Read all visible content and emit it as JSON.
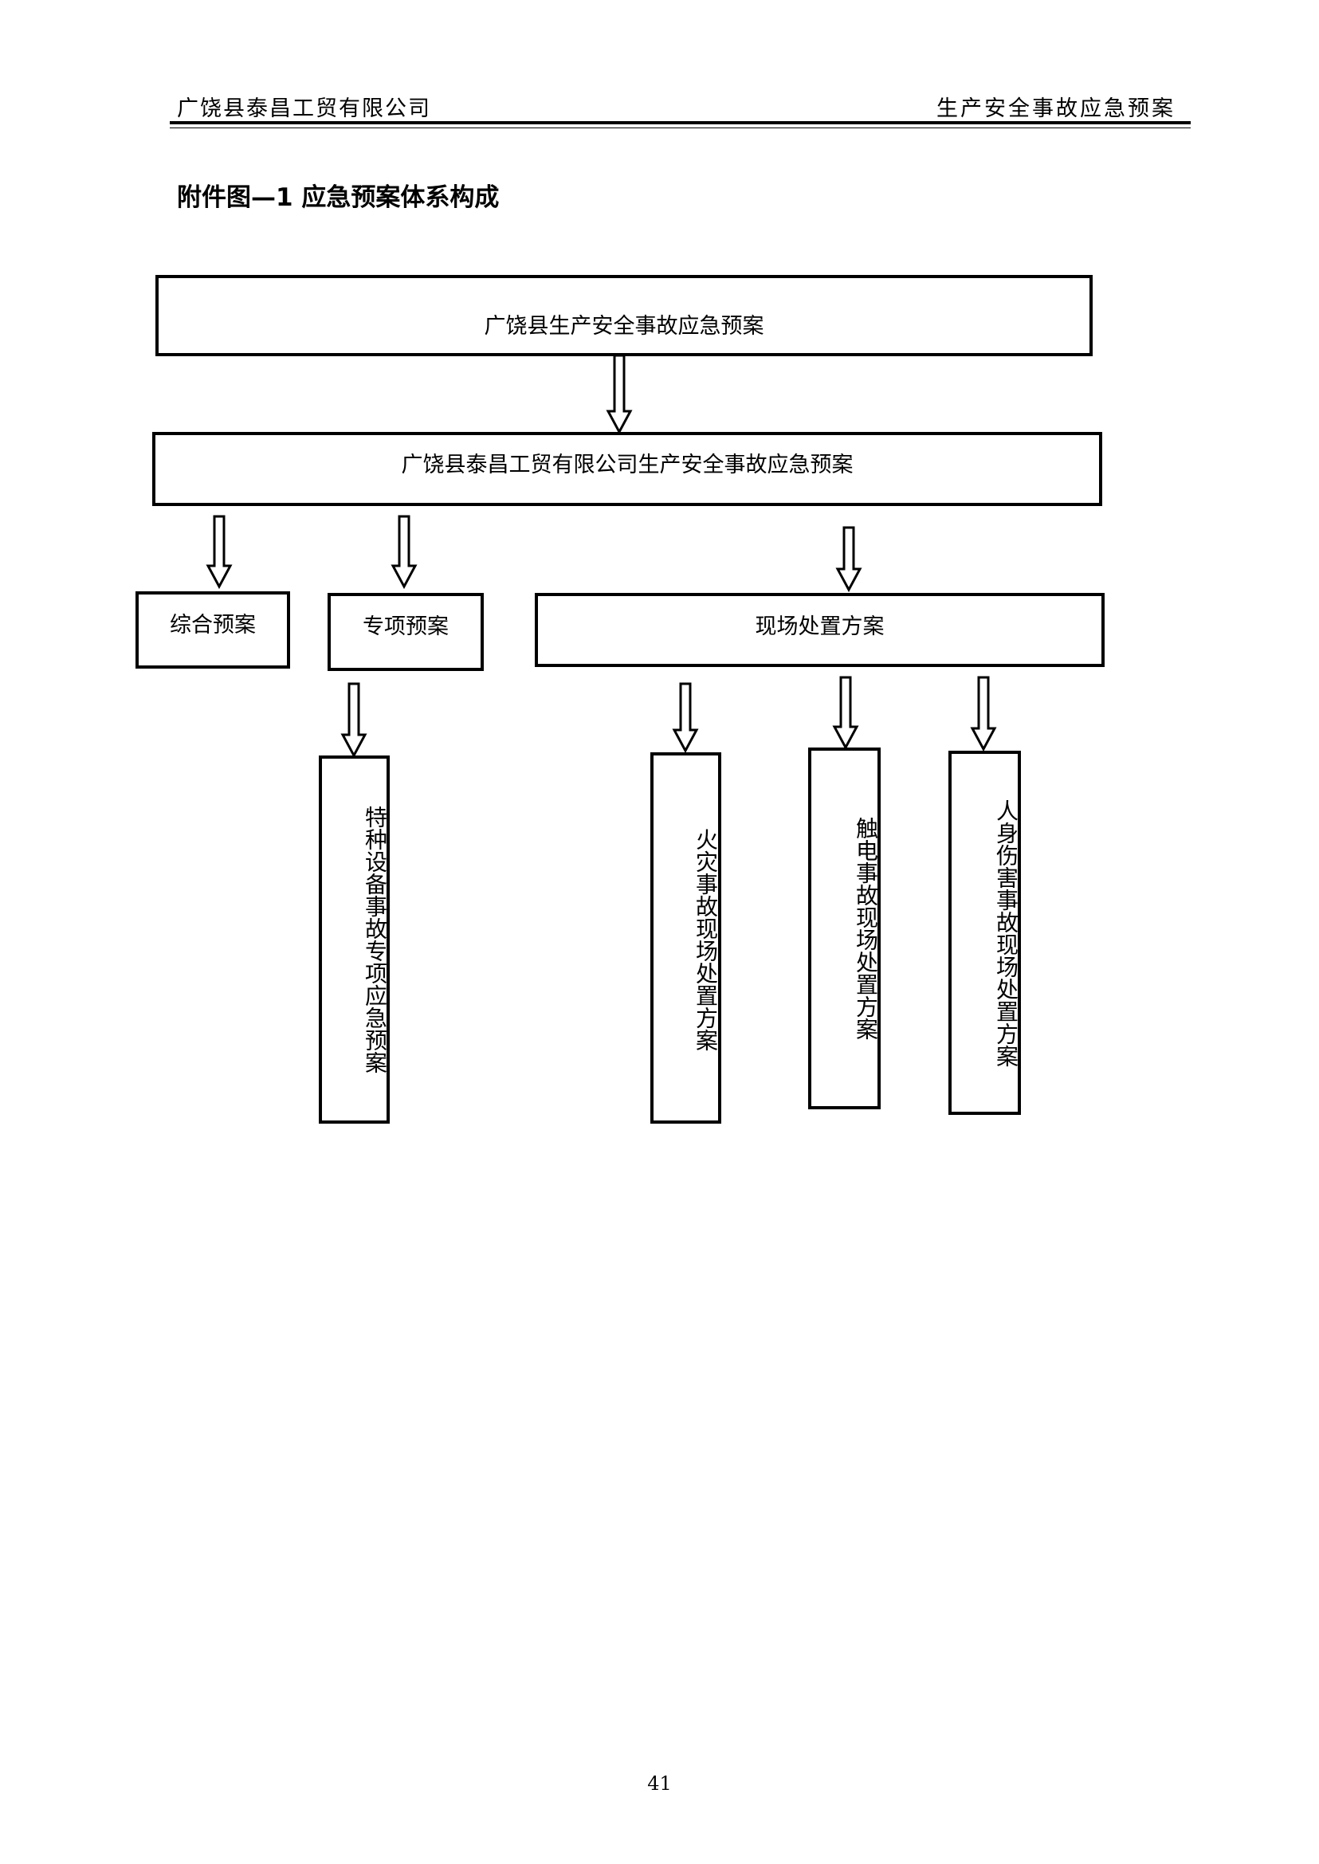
{
  "header": {
    "company": "广饶县泰昌工贸有限公司",
    "document": "生产安全事故应急预案"
  },
  "figure_title": "附件图—1 应急预案体系构成",
  "diagram": {
    "county_plan": "广饶县生产安全事故应急预案",
    "company_plan": "广饶县泰昌工贸有限公司生产安全事故应急预案",
    "general_plan": "综合预案",
    "special_plan": "专项预案",
    "onsite_plan": "现场处置方案",
    "special_equipment_plan": "特种设备事故专项应急预案",
    "fire_plan": "火灾事故现场处置方案",
    "electric_plan": "触电事故现场处置方案",
    "injury_plan": "人身伤害事故现场处置方案"
  },
  "page_number": "41"
}
